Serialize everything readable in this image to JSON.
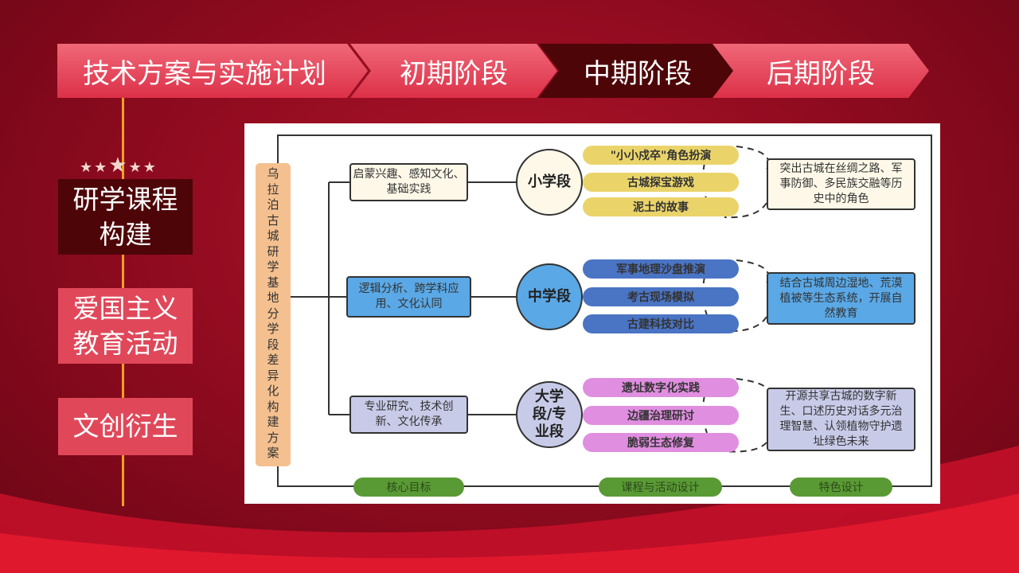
{
  "header": {
    "tabs": [
      {
        "label": "技术方案与实施计划"
      },
      {
        "label": "初期阶段"
      },
      {
        "label": "中期阶段"
      },
      {
        "label": "后期阶段"
      }
    ]
  },
  "sidebar": {
    "stars": "★★★★★",
    "items": [
      {
        "label": "研学课程构建"
      },
      {
        "label": "爱国主义教育活动"
      },
      {
        "label": "文创衍生"
      }
    ]
  },
  "diagram": {
    "title": "乌拉泊古城研学基地分学段差异化构建方案",
    "goals": [
      "启蒙兴趣、感知文化、基础实践",
      "逻辑分析、跨学科应用、文化认同",
      "专业研究、技术创新、文化传承"
    ],
    "stages": [
      "小学段",
      "中学段",
      "大学段/专业段"
    ],
    "activities": [
      [
        "\"小小戍卒\"角色扮演",
        "古城探宝游戏",
        "泥土的故事"
      ],
      [
        "军事地理沙盘推演",
        "考古现场模拟",
        "古建科技对比"
      ],
      [
        "遗址数字化实践",
        "边疆治理研讨",
        "脆弱生态修复"
      ]
    ],
    "features": [
      "突出古城在丝绸之路、军事防御、多民族交融等历史中的角色",
      "结合古城周边湿地、荒漠植被等生态系统，开展自然教育",
      "开源共享古城的数字新生、口述历史对话多元治理智慧、认领植物守护遗址绿色未来"
    ],
    "footer": [
      "核心目标",
      "课程与活动设计",
      "特色设计"
    ]
  },
  "colors": {
    "accent": "#e0485a",
    "active": "#4e0508",
    "line": "#f0a020"
  }
}
